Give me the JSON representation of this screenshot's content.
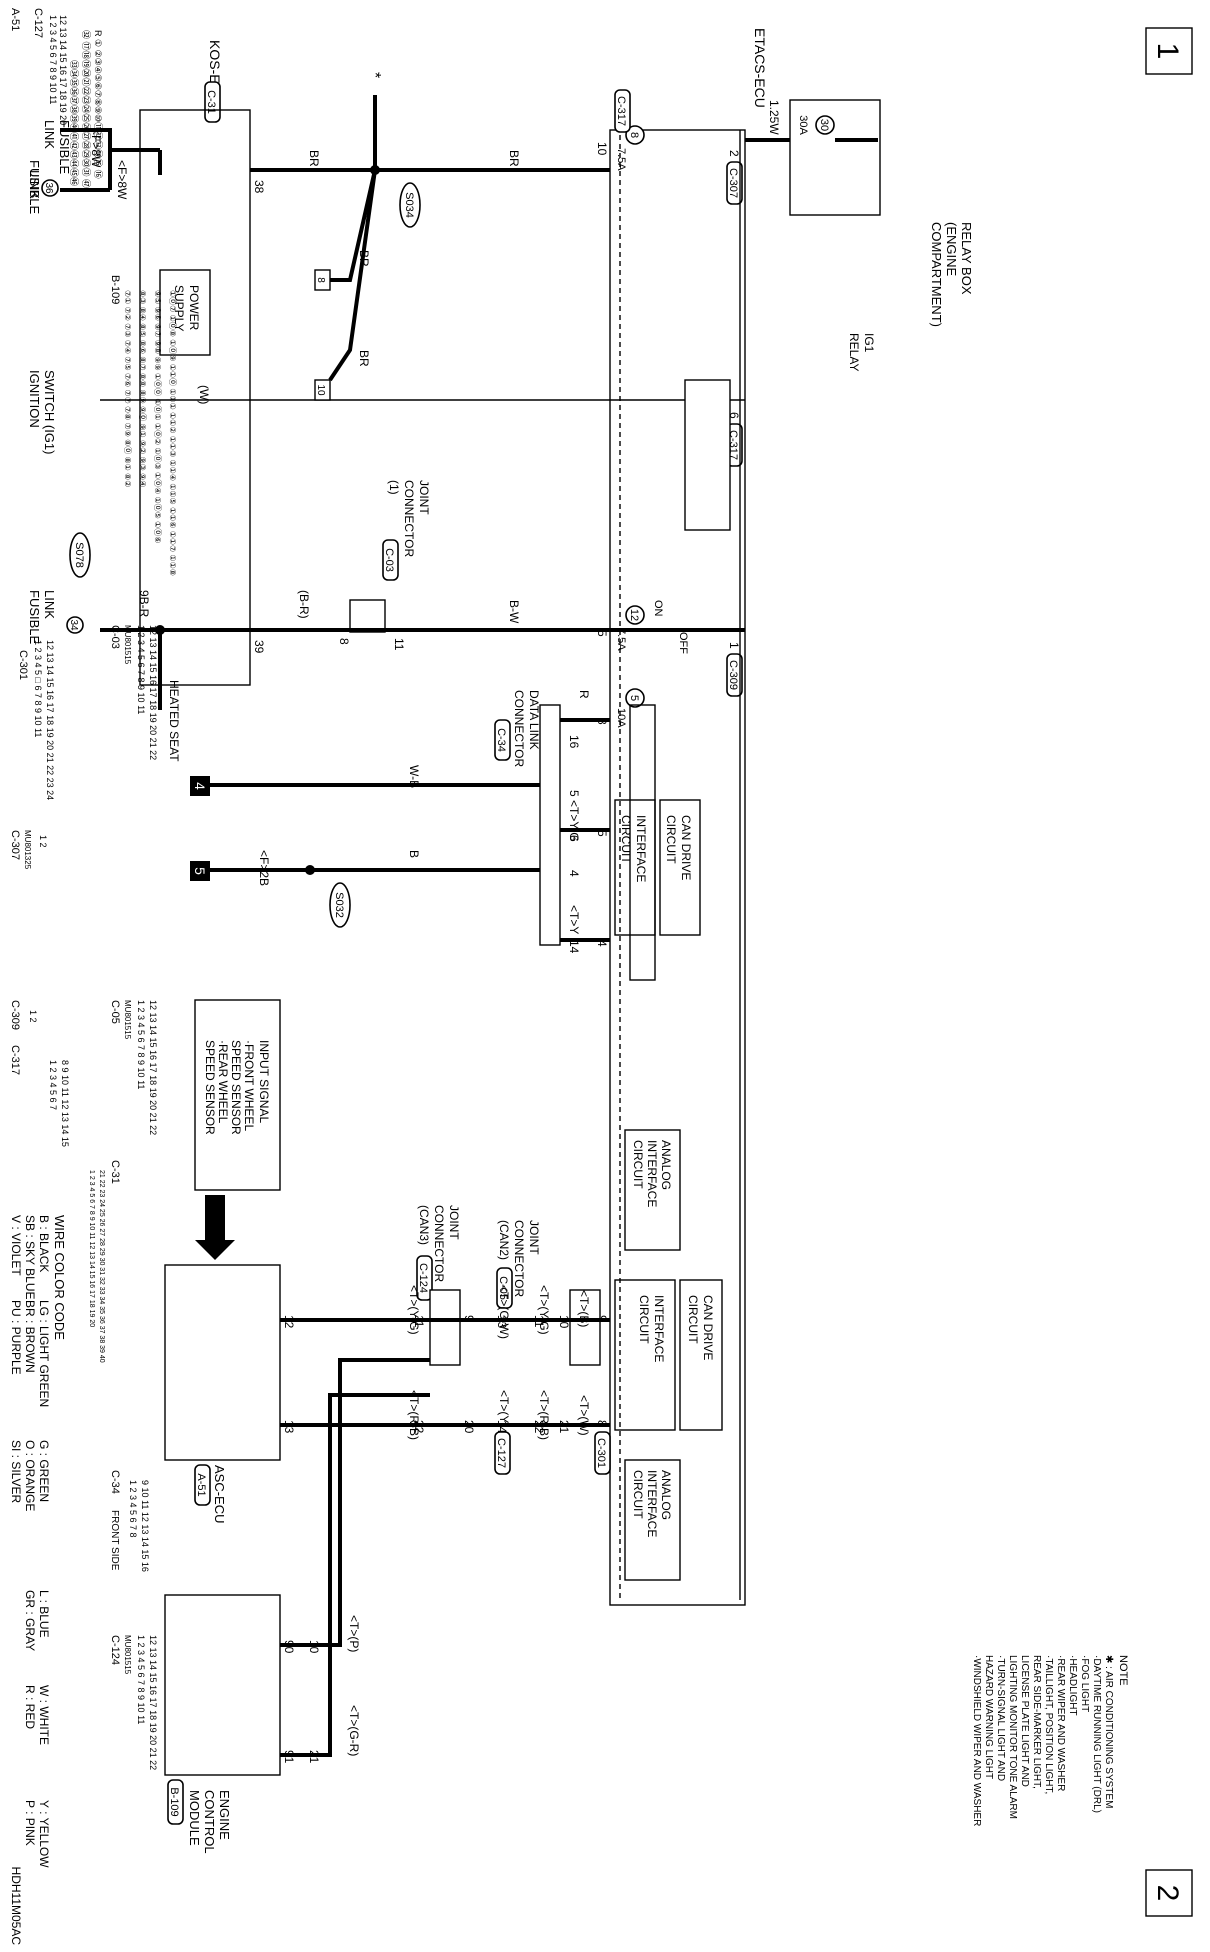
{
  "page_markers": {
    "top": "1",
    "bottom": "2"
  },
  "figure_code": "HDH11M05AC",
  "etacs": {
    "title": "ETACS-ECU",
    "connectors": [
      "C-317",
      "C-307",
      "C-309",
      "C-301"
    ],
    "can_drive_circuit": [
      "CAN DRIVE",
      "CIRCUIT"
    ],
    "interface_circuit": [
      "INTERFACE",
      "CIRCUIT"
    ],
    "analog_interface_circuit": [
      "ANALOG",
      "INTERFACE",
      "CIRCUIT"
    ],
    "ig1_relay": [
      "IG1",
      "RELAY"
    ],
    "switch_on": "ON",
    "switch_off": "OFF"
  },
  "fuses": [
    {
      "num": "30",
      "rating": "30A"
    },
    {
      "num": "8",
      "rating": "7.5A"
    },
    {
      "num": "12",
      "rating": "7.5A"
    },
    {
      "num": "5",
      "rating": "10A"
    }
  ],
  "fusible_link_36": {
    "line1": "FUSIBLE",
    "line2": "LINK",
    "num": "36",
    "code_a": "<F>8W",
    "code_b": "<F>8W"
  },
  "fusible_link_34": {
    "line1": "FUSIBLE",
    "line2": "LINK",
    "num": "34",
    "wire": "9B-R"
  },
  "relay_box": [
    "RELAY BOX",
    "(ENGINE",
    "COMPARTMENT)"
  ],
  "ignition_switch": [
    "IGNITION",
    "SWITCH (IG1)"
  ],
  "heated_seat": "HEATED SEAT",
  "pins": {
    "etacs_2": "2",
    "etacs_6": "6",
    "etacs_1": "1",
    "etacs_10": "10",
    "etacs_5": "5",
    "etacs_8": "8",
    "etacs_5b": "5",
    "etacs_4": "4",
    "c301_9": "9",
    "c301_8": "8",
    "kos_38": "38",
    "kos_39": "39",
    "jc1_8": "8",
    "jc1_11": "11",
    "dlc_16": "16",
    "dlc_5": "5",
    "dlc_6": "6",
    "dlc_4": "4",
    "dlc_14": "14",
    "jc2_10": "10",
    "jc2_11": "11",
    "jc2_21": "21",
    "jc2_22": "22",
    "c127_13": "13",
    "c127_14": "14",
    "jc3_9": "9",
    "jc3_11": "11",
    "jc3_20": "20",
    "jc3_22": "22",
    "asc_12": "12",
    "asc_13": "13",
    "ecm_10": "10",
    "ecm_21": "21",
    "ecm_90": "90",
    "ecm_91": "91"
  },
  "wires": {
    "w_125w": "1.25W",
    "w_w": "(W)",
    "w_br_top": "BR",
    "w_br_main": "BR",
    "w_br_8": "BR",
    "w_br_10": "BR",
    "w_bw": "B-W",
    "w_br_kos": "(B-R)",
    "w_r": "R",
    "w_wb": "W-B",
    "w_tyg": "<T>Y-G",
    "w_ty": "<T>Y",
    "w_b": "B",
    "w_f2b": "<F>2B",
    "w_tb": "<T>(B)",
    "w_tw": "<T>(W)",
    "w_tyg2": "<T>(Y-G)",
    "w_trb": "<T>(R-B)",
    "w_tgw": "<T>(G-W)",
    "w_ty2": "<T>(Y)",
    "w_tyg3": "<T>(Y-G)",
    "w_trb2": "<T>(R-B)",
    "w_tp": "<T>(P)",
    "w_tgr": "<T>(G-R)"
  },
  "splices": [
    "S034",
    "S078",
    "S032"
  ],
  "kos_ecu": {
    "title": "KOS-ECU",
    "conn": "C-31",
    "power_supply": [
      "POWER",
      "SUPPLY"
    ]
  },
  "joint_connector_1": {
    "lines": [
      "JOINT",
      "CONNECTOR",
      "(1)"
    ],
    "conn": "C-03"
  },
  "data_link_connector": {
    "lines": [
      "DATA LINK",
      "CONNECTOR"
    ],
    "conn": "C-34"
  },
  "joint_connector_can2": {
    "lines": [
      "JOINT",
      "CONNECTOR",
      "(CAN2)"
    ],
    "conn": "C-05"
  },
  "joint_connector_can3": {
    "lines": [
      "JOINT",
      "CONNECTOR",
      "(CAN3)"
    ],
    "conn": "C-124"
  },
  "c127_tag": "C-127",
  "asc_ecu": {
    "title": "ASC-ECU",
    "conn": "A-51"
  },
  "ecm": {
    "lines": [
      "ENGINE",
      "CONTROL",
      "MODULE"
    ],
    "conn": "B-109"
  },
  "input_signal": [
    "INPUT SIGNAL",
    "·FRONT WHEEL",
    "  SPEED SENSOR",
    "·REAR WHEEL",
    "  SPEED SENSOR"
  ],
  "ground_refs": [
    "4",
    "5"
  ],
  "star": "*",
  "side_refs": {
    "r8": "8",
    "r10": "10"
  },
  "wire_color_code": {
    "title": "WIRE COLOR CODE",
    "rows": [
      [
        "B : BLACK",
        "LG : LIGHT GREEN",
        "G : GREEN",
        "L : BLUE",
        "W : WHITE",
        "Y : YELLOW"
      ],
      [
        "SB : SKY BLUE",
        "BR : BROWN",
        "O : ORANGE",
        "GR : GRAY",
        "R : RED",
        "P : PINK"
      ],
      [
        "V : VIOLET",
        "PU : PURPLE",
        "SI : SILVER"
      ]
    ]
  },
  "note": {
    "title": "NOTE",
    "lines": [
      "✱ : AIR CONDITIONING SYSTEM",
      "    ·DAYTIME RUNNING LIGHT (DRL)",
      "    ·FOG LIGHT",
      "    ·HEADLIGHT",
      "    ·REAR WIPER AND WASHER",
      "    ·TAILLIGHT, POSITION LIGHT,",
      "     REAR SIDE-MARKER LIGHT,",
      "     LICENSE PLATE LIGHT AND",
      "     LIGHTING MONITOR TONE ALARM",
      "    ·TURN-SIGNAL LIGHT AND",
      "     HAZARD WARNING LIGHT",
      "    ·WINDSHIELD WIPER AND WASHER"
    ]
  },
  "connector_views": {
    "a51": {
      "tag": "A-51",
      "row1": "R ① ②③④⑤⑥⑦⑧⑨⑩⑪⑫⑬⑭⑮ ⑯",
      "row2": "㉜ ⑰⑱⑲⑳㉑㉒㉓㉔㉕㉖㉗㉘㉙㉚㉛ ㊼",
      "row3": "㉝㉞㉟㊱㊲㊳㊴㊵㊶㊷㊸㊹㊺㊻"
    },
    "c127": {
      "tag": "C-127",
      "row1": "1 2 3 4 5 6 7 8 9 10 11",
      "row2": "12 13 14 15 16 17 18 19 20"
    },
    "b109": {
      "tag": "B-109",
      "row1": "⑦① ⑦② ⑦③ ⑦④ ⑦⑤ ⑦⑥ ⑦⑦ ⑦⑧ ⑦⑨ ⑧⓪ ⑧① ⑧②",
      "row2": "⑧③ ⑧④ ⑧⑤ ⑧⑥ ⑧⑦ ⑧⑧ ⑧⑨ ⑨⓪ ⑨① ⑨② ⑨③ ⑨④",
      "row3": "⑨⑤ ⑨⑥ ⑨⑦ ⑨⑧ ⑨⑨ ①⓪⓪ ①⓪① ①⓪② ①⓪③ ①⓪④ ①⓪⑤ ①⓪⑥",
      "row4": "①⓪⑦ ①⓪⑧ ①⓪⑨ ①①⓪ ①①① ①①② ①①③ ①①④ ①①⑤ ①①⑥ ①①⑦ ①①⑧"
    },
    "c03": {
      "tag": "C-03",
      "code": "MU801515",
      "row1": "1 2 3 4 5 6 7 8 9 10 11",
      "row2": "12 13 14 15 16 17 18 19 20 21 22"
    },
    "c301": {
      "tag": "C-301",
      "row1": "1 2 3 4 5 □ 6 7 8 9 10 11",
      "row2": "12 13 14 15 16 17 18 19 20 21 22 23 24"
    },
    "c307": {
      "tag": "C-307",
      "code": "MU801325",
      "row1": "1 2"
    },
    "c05": {
      "tag": "C-05",
      "code": "MU801515",
      "row1": "1 2 3 4 5 6 7 8 9 10 11",
      "row2": "12 13 14 15 16 17 18 19 20 21 22"
    },
    "c309": {
      "tag": "C-309",
      "row1": "1 2"
    },
    "c317": {
      "tag": "C-317",
      "row1": "1 2 3 4 5 6 7",
      "row2": "8 9 10 11 12 13 14 15"
    },
    "c31": {
      "tag": "C-31",
      "row1": "1 2 3 4 5 6 7 8 9 10 11 12 13 14 15 16 17 18 19 20",
      "row2": "21 22 23 24 25 26 27 28 29 30 31 32 33 34 35 36 37 38 39 40"
    },
    "c34": {
      "tag": "C-34",
      "side": "FRONT SIDE",
      "row1": "1 2 3 4 5 6 7 8",
      "row2": "9 10 11 12 13 14 15 16"
    },
    "c124": {
      "tag": "C-124",
      "code": "MU801515",
      "row1": "1 2 3 4 5 6 7 8 9 10 11",
      "row2": "12 13 14 15 16 17 18 19 20 21 22"
    }
  }
}
